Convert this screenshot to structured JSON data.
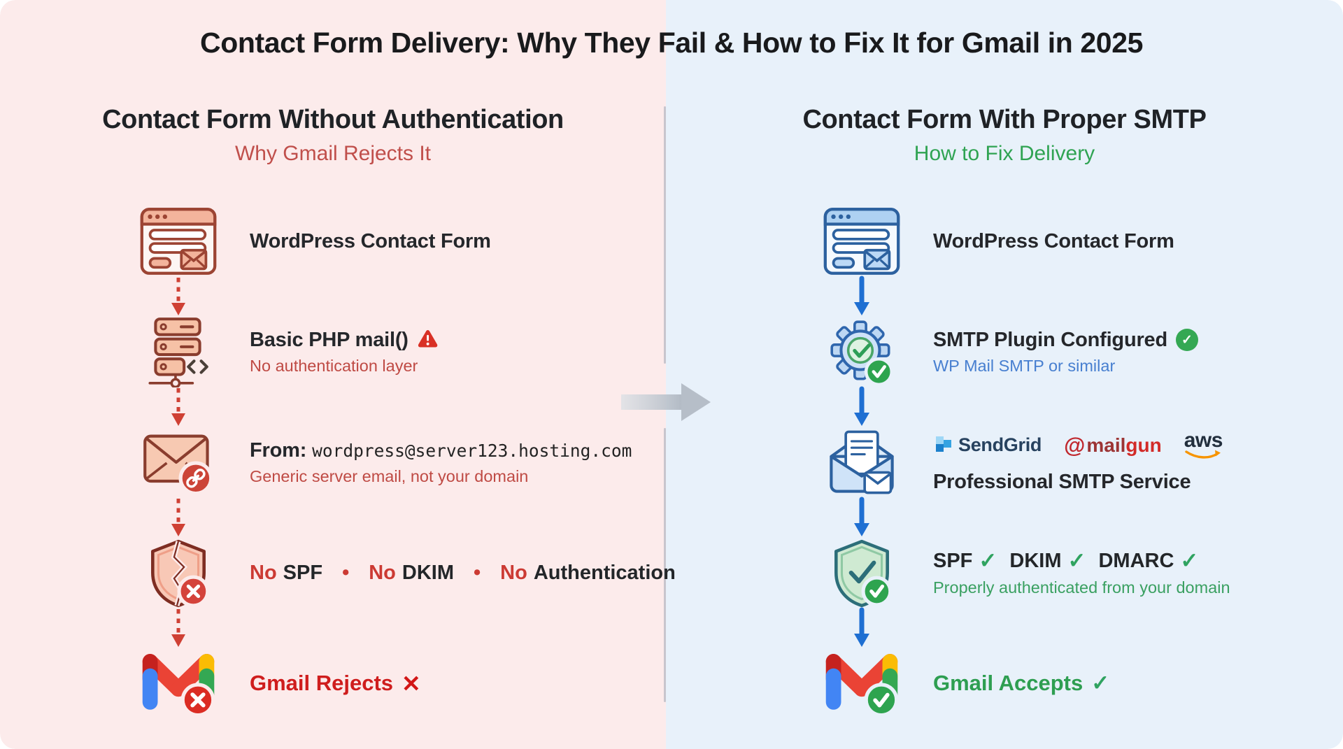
{
  "title": "Contact Form Delivery: Why They Fail & How to Fix It for Gmail in 2025",
  "glyphs": {
    "check": "✓",
    "cross": "✕",
    "bullet": "•"
  },
  "colors": {
    "left_bg": "#fcebeb",
    "right_bg": "#e8f1fa",
    "red_accent": "#cc3a33",
    "muted_red": "#c04f4b",
    "bright_red": "#cf1d1d",
    "green_accent": "#2fa352",
    "blue_accent": "#1e6fd2",
    "blue_sub": "#477fd0",
    "gmail_blue": "#4285f4",
    "gmail_red": "#ea4335",
    "gmail_yellow": "#fbbc04",
    "gmail_green": "#34a853",
    "gmail_dark_red": "#c5221f",
    "aws_orange": "#f79400"
  },
  "left": {
    "heading": "Contact Form Without Authentication",
    "subheading": "Why Gmail Rejects It",
    "step1": {
      "label": "WordPress Contact Form"
    },
    "step2": {
      "label": "Basic PHP mail()",
      "sub": "No authentication layer"
    },
    "step3": {
      "prefix": "From:",
      "email": "wordpress@server123.hosting.com",
      "sub": "Generic server email, not your domain"
    },
    "step4": {
      "no": "No",
      "spf": "SPF",
      "dkim": "DKIM",
      "auth": "Authentication",
      "bullet": "•"
    },
    "step5": {
      "label": "Gmail Rejects",
      "cross": "✕"
    }
  },
  "right": {
    "heading": "Contact Form With Proper SMTP",
    "subheading": "How to Fix Delivery",
    "step1": {
      "label": "WordPress Contact Form"
    },
    "step2": {
      "label": "SMTP Plugin Configured",
      "check": "✓",
      "sub": "WP Mail SMTP or similar"
    },
    "step3": {
      "sendgrid": "SendGrid",
      "mailgun_at": "@",
      "mailgun_mail": "mail",
      "mailgun_gun": "gun",
      "aws": "aws",
      "label": "Professional SMTP Service"
    },
    "step4": {
      "spf": "SPF",
      "dkim": "DKIM",
      "dmarc": "DMARC",
      "check": "✓",
      "sub": "Properly authenticated from your domain"
    },
    "step5": {
      "label": "Gmail Accepts",
      "check": "✓"
    }
  }
}
